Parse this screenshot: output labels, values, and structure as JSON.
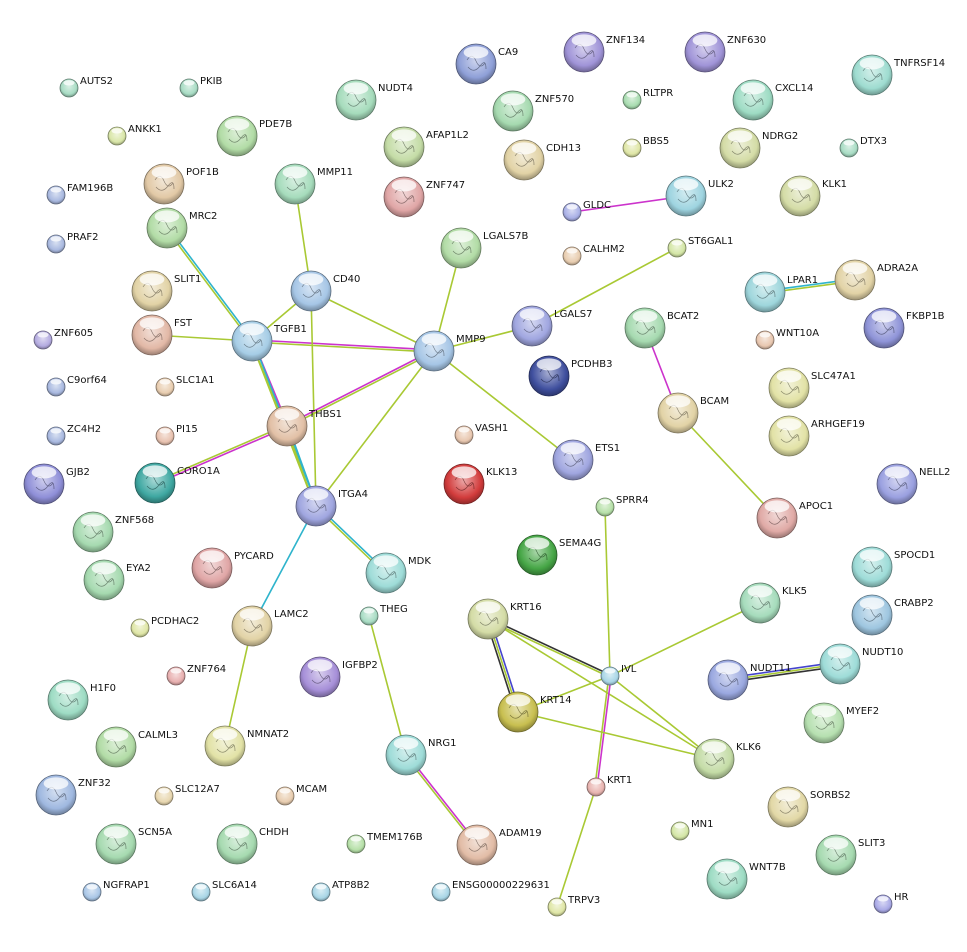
{
  "nodes": [
    {
      "id": "AUTS2",
      "label": "AUTS2",
      "size": "s",
      "color": "#a8dcc4"
    },
    {
      "id": "PKIB",
      "label": "PKIB",
      "size": "s",
      "color": "#a8dcc4"
    },
    {
      "id": "ANKK1",
      "label": "ANKK1",
      "size": "s",
      "color": "#d9e6a8"
    },
    {
      "id": "FAM196B",
      "label": "FAM196B",
      "size": "s",
      "color": "#a9b9e0"
    },
    {
      "id": "PRAF2",
      "label": "PRAF2",
      "size": "s",
      "color": "#a9b9e0"
    },
    {
      "id": "ZNF605",
      "label": "ZNF605",
      "size": "s",
      "color": "#b4abe0"
    },
    {
      "id": "C9orf64",
      "label": "C9orf64",
      "size": "s",
      "color": "#a9b9e0"
    },
    {
      "id": "ZC4H2",
      "label": "ZC4H2",
      "size": "s",
      "color": "#a9b9e0"
    },
    {
      "id": "GJB2",
      "label": "GJB2",
      "size": "l",
      "color": "#8f8fd8"
    },
    {
      "id": "ZNF568",
      "label": "ZNF568",
      "size": "l",
      "color": "#a6dab0"
    },
    {
      "id": "EYA2",
      "label": "EYA2",
      "size": "l",
      "color": "#a6dab0"
    },
    {
      "id": "PCDHAC2",
      "label": "PCDHAC2",
      "size": "s",
      "color": "#dfe6a6"
    },
    {
      "id": "H1F0",
      "label": "H1F0",
      "size": "l",
      "color": "#9edcc4"
    },
    {
      "id": "CALML3",
      "label": "CALML3",
      "size": "l",
      "color": "#b2dca6"
    },
    {
      "id": "ZNF32",
      "label": "ZNF32",
      "size": "l",
      "color": "#9fb8e0"
    },
    {
      "id": "SCN5A",
      "label": "SCN5A",
      "size": "l",
      "color": "#a6dab0"
    },
    {
      "id": "NGFRAP1",
      "label": "NGFRAP1",
      "size": "s",
      "color": "#a9c6e6"
    },
    {
      "id": "SLC12A7",
      "label": "SLC12A7",
      "size": "s",
      "color": "#e8d7b0"
    },
    {
      "id": "SLC6A14",
      "label": "SLC6A14",
      "size": "s",
      "color": "#a9d6e6"
    },
    {
      "id": "MCAM",
      "label": "MCAM",
      "size": "s",
      "color": "#e8cdb0"
    },
    {
      "id": "CHDH",
      "label": "CHDH",
      "size": "l",
      "color": "#a6dab0"
    },
    {
      "id": "ATP8B2",
      "label": "ATP8B2",
      "size": "s",
      "color": "#a9d6e6"
    },
    {
      "id": "TMEM176B",
      "label": "TMEM176B",
      "size": "s",
      "color": "#b6e0a8"
    },
    {
      "id": "ENSG00000229631",
      "label": "ENSG00000229631",
      "size": "s",
      "color": "#a9d6e6"
    },
    {
      "id": "PDE7B",
      "label": "PDE7B",
      "size": "l",
      "color": "#b2dca6"
    },
    {
      "id": "POF1B",
      "label": "POF1B",
      "size": "l",
      "color": "#e2c9a6"
    },
    {
      "id": "MRC2",
      "label": "MRC2",
      "size": "l",
      "color": "#b2dca6"
    },
    {
      "id": "SLIT1",
      "label": "SLIT1",
      "size": "l",
      "color": "#e2d3a6"
    },
    {
      "id": "FST",
      "label": "FST",
      "size": "l",
      "color": "#e2b8a6"
    },
    {
      "id": "SLC1A1",
      "label": "SLC1A1",
      "size": "s",
      "color": "#e8cdb0"
    },
    {
      "id": "PI15",
      "label": "PI15",
      "size": "s",
      "color": "#e8c2b0"
    },
    {
      "id": "CORO1A",
      "label": "CORO1A",
      "size": "l",
      "color": "#3fa8a2"
    },
    {
      "id": "PYCARD",
      "label": "PYCARD",
      "size": "l",
      "color": "#e0a6a6"
    },
    {
      "id": "ZNF764",
      "label": "ZNF764",
      "size": "s",
      "color": "#e8b0b0"
    },
    {
      "id": "LAMC2",
      "label": "LAMC2",
      "size": "l",
      "color": "#e2d3a6"
    },
    {
      "id": "NMNAT2",
      "label": "NMNAT2",
      "size": "l",
      "color": "#e2e2a6"
    },
    {
      "id": "IGFBP2",
      "label": "IGFBP2",
      "size": "l",
      "color": "#a68fd8"
    },
    {
      "id": "THEG",
      "label": "THEG",
      "size": "s",
      "color": "#a8dcc4"
    },
    {
      "id": "MDK",
      "label": "MDK",
      "size": "l",
      "color": "#9edcd8"
    },
    {
      "id": "ITGA4",
      "label": "ITGA4",
      "size": "l",
      "color": "#a0a6e0"
    },
    {
      "id": "THBS1",
      "label": "THBS1",
      "size": "l",
      "color": "#e2c0a6"
    },
    {
      "id": "TGFB1",
      "label": "TGFB1",
      "size": "l",
      "color": "#a6cde6"
    },
    {
      "id": "CD40",
      "label": "CD40",
      "size": "l",
      "color": "#a6c6e6"
    },
    {
      "id": "MMP11",
      "label": "MMP11",
      "size": "l",
      "color": "#a6dcbc"
    },
    {
      "id": "NUDT4",
      "label": "NUDT4",
      "size": "l",
      "color": "#a6dcbc"
    },
    {
      "id": "CA9",
      "label": "CA9",
      "size": "l",
      "color": "#8fa0d8"
    },
    {
      "id": "ZNF570",
      "label": "ZNF570",
      "size": "l",
      "color": "#a6dab0"
    },
    {
      "id": "AFAP1L2",
      "label": "AFAP1L2",
      "size": "l",
      "color": "#c4dca6"
    },
    {
      "id": "ZNF747",
      "label": "ZNF747",
      "size": "l",
      "color": "#e0a6a6"
    },
    {
      "id": "CDH13",
      "label": "CDH13",
      "size": "l",
      "color": "#e2d3a6"
    },
    {
      "id": "ZNF134",
      "label": "ZNF134",
      "size": "l",
      "color": "#a094d8"
    },
    {
      "id": "RLTPR",
      "label": "RLTPR",
      "size": "s",
      "color": "#a8dcb0"
    },
    {
      "id": "BBS5",
      "label": "BBS5",
      "size": "s",
      "color": "#dfe6a6"
    },
    {
      "id": "ZNF630",
      "label": "ZNF630",
      "size": "l",
      "color": "#a094d8"
    },
    {
      "id": "CXCL14",
      "label": "CXCL14",
      "size": "l",
      "color": "#9edcc4"
    },
    {
      "id": "NDRG2",
      "label": "NDRG2",
      "size": "l",
      "color": "#d4dca6"
    },
    {
      "id": "TNFRSF14",
      "label": "TNFRSF14",
      "size": "l",
      "color": "#9edcd0"
    },
    {
      "id": "DTX3",
      "label": "DTX3",
      "size": "s",
      "color": "#a8dcc4"
    },
    {
      "id": "KLK1",
      "label": "KLK1",
      "size": "l",
      "color": "#d4dca6"
    },
    {
      "id": "GLDC",
      "label": "GLDC",
      "size": "s",
      "color": "#a9b0e6"
    },
    {
      "id": "ULK2",
      "label": "ULK2",
      "size": "l",
      "color": "#9ed4e0"
    },
    {
      "id": "CALHM2",
      "label": "CALHM2",
      "size": "s",
      "color": "#e8cdb0"
    },
    {
      "id": "ST6GAL1",
      "label": "ST6GAL1",
      "size": "s",
      "color": "#d4e6a6"
    },
    {
      "id": "LGALS7B",
      "label": "LGALS7B",
      "size": "l",
      "color": "#b2dca6"
    },
    {
      "id": "LGALS7",
      "label": "LGALS7",
      "size": "l",
      "color": "#a0a6e0"
    },
    {
      "id": "MMP9",
      "label": "MMP9",
      "size": "l",
      "color": "#a6c6e6"
    },
    {
      "id": "PCDHB3",
      "label": "PCDHB3",
      "size": "l",
      "color": "#3f4f9e"
    },
    {
      "id": "VASH1",
      "label": "VASH1",
      "size": "s",
      "color": "#e8c7b0"
    },
    {
      "id": "KLK13",
      "label": "KLK13",
      "size": "l",
      "color": "#d23c3c"
    },
    {
      "id": "ETS1",
      "label": "ETS1",
      "size": "l",
      "color": "#a0a6e0"
    },
    {
      "id": "LPAR1",
      "label": "LPAR1",
      "size": "l",
      "color": "#9ed6dc"
    },
    {
      "id": "ADRA2A",
      "label": "ADRA2A",
      "size": "l",
      "color": "#e2d3a6"
    },
    {
      "id": "FKBP1B",
      "label": "FKBP1B",
      "size": "l",
      "color": "#8f94d8"
    },
    {
      "id": "BCAT2",
      "label": "BCAT2",
      "size": "l",
      "color": "#a6dab0"
    },
    {
      "id": "WNT10A",
      "label": "WNT10A",
      "size": "s",
      "color": "#e8c7b0"
    },
    {
      "id": "SLC47A1",
      "label": "SLC47A1",
      "size": "l",
      "color": "#e2e2a6"
    },
    {
      "id": "ARHGEF19",
      "label": "ARHGEF19",
      "size": "l",
      "color": "#e2e2a6"
    },
    {
      "id": "BCAM",
      "label": "BCAM",
      "size": "l",
      "color": "#e2d3a6"
    },
    {
      "id": "NELL2",
      "label": "NELL2",
      "size": "l",
      "color": "#9aa0e0"
    },
    {
      "id": "APOC1",
      "label": "APOC1",
      "size": "l",
      "color": "#e0aaa6"
    },
    {
      "id": "SPRR4",
      "label": "SPRR4",
      "size": "s",
      "color": "#b6e0a8"
    },
    {
      "id": "SEMA4G",
      "label": "SEMA4G",
      "size": "l",
      "color": "#46a646"
    },
    {
      "id": "SPOCD1",
      "label": "SPOCD1",
      "size": "l",
      "color": "#9edcd8"
    },
    {
      "id": "CRABP2",
      "label": "CRABP2",
      "size": "l",
      "color": "#9ec6e0"
    },
    {
      "id": "KLK5",
      "label": "KLK5",
      "size": "l",
      "color": "#a6dcbc"
    },
    {
      "id": "KRT16",
      "label": "KRT16",
      "size": "l",
      "color": "#d4dca6"
    },
    {
      "id": "IVL",
      "label": "IVL",
      "size": "s",
      "color": "#a9d6e6"
    },
    {
      "id": "NUDT11",
      "label": "NUDT11",
      "size": "l",
      "color": "#9aa8e0"
    },
    {
      "id": "NUDT10",
      "label": "NUDT10",
      "size": "l",
      "color": "#9edcd8"
    },
    {
      "id": "KRT14",
      "label": "KRT14",
      "size": "l",
      "color": "#c8bf50"
    },
    {
      "id": "MYEF2",
      "label": "MYEF2",
      "size": "l",
      "color": "#b6e0b0"
    },
    {
      "id": "KLK6",
      "label": "KLK6",
      "size": "l",
      "color": "#c4dca6"
    },
    {
      "id": "KRT1",
      "label": "KRT1",
      "size": "s",
      "color": "#e8b4b0"
    },
    {
      "id": "NRG1",
      "label": "NRG1",
      "size": "l",
      "color": "#9edcd8"
    },
    {
      "id": "ADAM19",
      "label": "ADAM19",
      "size": "l",
      "color": "#e2bca6"
    },
    {
      "id": "SORBS2",
      "label": "SORBS2",
      "size": "l",
      "color": "#e2d8a6"
    },
    {
      "id": "MN1",
      "label": "MN1",
      "size": "s",
      "color": "#d4e6a6"
    },
    {
      "id": "SLIT3",
      "label": "SLIT3",
      "size": "l",
      "color": "#a6dab0"
    },
    {
      "id": "WNT7B",
      "label": "WNT7B",
      "size": "l",
      "color": "#9edcc4"
    },
    {
      "id": "TRPV3",
      "label": "TRPV3",
      "size": "s",
      "color": "#dfe6a6"
    },
    {
      "id": "HR",
      "label": "HR",
      "size": "s",
      "color": "#a9a9e6"
    }
  ],
  "edges": [
    {
      "source": "MRC2",
      "target": "TGFB1",
      "colors": [
        "#2fb4cc",
        "#a9c934"
      ]
    },
    {
      "source": "FST",
      "target": "TGFB1",
      "colors": [
        "#a9c934"
      ]
    },
    {
      "source": "TGFB1",
      "target": "MMP9",
      "colors": [
        "#cc33cc",
        "#a9c934"
      ]
    },
    {
      "source": "TGFB1",
      "target": "THBS1",
      "colors": [
        "#cc33cc",
        "#a9c934"
      ]
    },
    {
      "source": "TGFB1",
      "target": "CD40",
      "colors": [
        "#a9c934"
      ]
    },
    {
      "source": "TGFB1",
      "target": "ITGA4",
      "colors": [
        "#2fb4cc",
        "#a9c934"
      ]
    },
    {
      "source": "CD40",
      "target": "MMP11",
      "colors": [
        "#a9c934"
      ]
    },
    {
      "source": "CD40",
      "target": "ITGA4",
      "colors": [
        "#a9c934"
      ]
    },
    {
      "source": "CD40",
      "target": "MMP9",
      "colors": [
        "#a9c934"
      ]
    },
    {
      "source": "THBS1",
      "target": "MMP9",
      "colors": [
        "#cc33cc",
        "#a9c934"
      ]
    },
    {
      "source": "THBS1",
      "target": "CORO1A",
      "colors": [
        "#cc33cc",
        "#a9c934"
      ]
    },
    {
      "source": "THBS1",
      "target": "ITGA4",
      "colors": [
        "#2fb4cc",
        "#a9c934"
      ]
    },
    {
      "source": "ITGA4",
      "target": "MMP9",
      "colors": [
        "#a9c934"
      ]
    },
    {
      "source": "ITGA4",
      "target": "MDK",
      "colors": [
        "#2fb4cc",
        "#a9c934"
      ]
    },
    {
      "source": "ITGA4",
      "target": "LAMC2",
      "colors": [
        "#2fb4cc"
      ]
    },
    {
      "source": "LAMC2",
      "target": "NMNAT2",
      "colors": [
        "#a9c934"
      ]
    },
    {
      "source": "MMP9",
      "target": "LGALS7B",
      "colors": [
        "#a9c934"
      ]
    },
    {
      "source": "MMP9",
      "target": "LGALS7",
      "colors": [
        "#a9c934"
      ]
    },
    {
      "source": "MMP9",
      "target": "ETS1",
      "colors": [
        "#a9c934"
      ]
    },
    {
      "source": "LGALS7",
      "target": "ST6GAL1",
      "colors": [
        "#a9c934"
      ]
    },
    {
      "source": "GLDC",
      "target": "ULK2",
      "colors": [
        "#cc33cc"
      ]
    },
    {
      "source": "LPAR1",
      "target": "ADRA2A",
      "colors": [
        "#2fb4cc",
        "#a9c934"
      ]
    },
    {
      "source": "BCAT2",
      "target": "BCAM",
      "colors": [
        "#cc33cc"
      ]
    },
    {
      "source": "BCAM",
      "target": "APOC1",
      "colors": [
        "#a9c934"
      ]
    },
    {
      "source": "THEG",
      "target": "NRG1",
      "colors": [
        "#a9c934"
      ]
    },
    {
      "source": "NRG1",
      "target": "ADAM19",
      "colors": [
        "#cc33cc",
        "#a9c934"
      ]
    },
    {
      "source": "SPRR4",
      "target": "IVL",
      "colors": [
        "#a9c934"
      ]
    },
    {
      "source": "KRT16",
      "target": "IVL",
      "colors": [
        "#333333",
        "#a9c934"
      ]
    },
    {
      "source": "KRT16",
      "target": "KRT14",
      "colors": [
        "#4444cc",
        "#a9c934",
        "#333333"
      ]
    },
    {
      "source": "KRT16",
      "target": "KLK6",
      "colors": [
        "#a9c934"
      ]
    },
    {
      "source": "IVL",
      "target": "KRT14",
      "colors": [
        "#a9c934"
      ]
    },
    {
      "source": "IVL",
      "target": "KLK5",
      "colors": [
        "#a9c934"
      ]
    },
    {
      "source": "IVL",
      "target": "KLK6",
      "colors": [
        "#a9c934"
      ]
    },
    {
      "source": "IVL",
      "target": "KRT1",
      "colors": [
        "#cc33cc",
        "#a9c934"
      ]
    },
    {
      "source": "KRT14",
      "target": "KLK6",
      "colors": [
        "#a9c934"
      ]
    },
    {
      "source": "KRT1",
      "target": "TRPV3",
      "colors": [
        "#a9c934"
      ]
    },
    {
      "source": "NUDT11",
      "target": "NUDT10",
      "colors": [
        "#4444cc",
        "#a9c934",
        "#333333"
      ]
    }
  ]
}
